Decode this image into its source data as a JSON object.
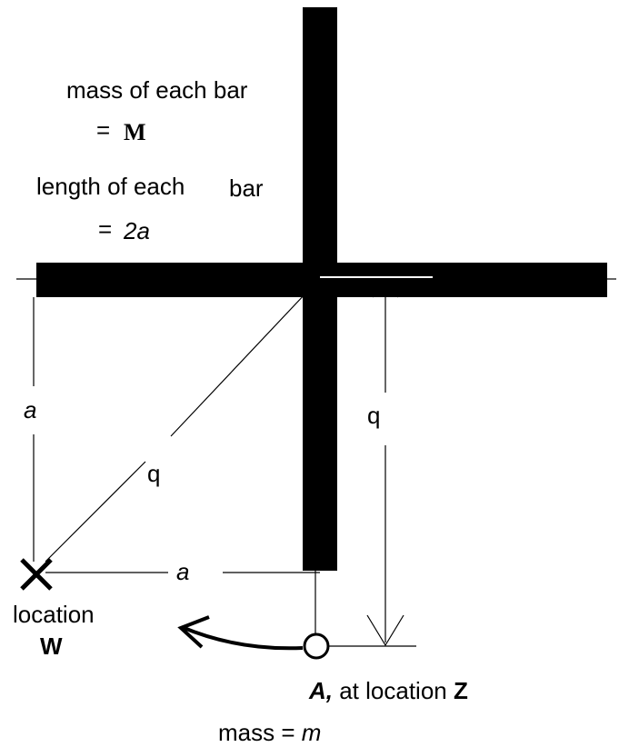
{
  "labels": {
    "mass_line1": "mass of each bar",
    "mass_eq": "=",
    "mass_symbol": "M",
    "length_line1": "length of each",
    "length_line1_b": "bar",
    "length_eq": "=",
    "length_value": "2a",
    "dim_a_vertical": "a",
    "dim_q_diagonal": "q",
    "dim_q_vertical": "q",
    "dim_a_horizontal": "a",
    "location_w_line1": "location",
    "location_w_line2": "W",
    "point_a_name": "A,",
    "point_a_text": " at location ",
    "point_a_z": "Z",
    "mass_label": "mass = ",
    "mass_m": "m"
  },
  "colors": {
    "ink": "#000000",
    "background": "#ffffff"
  }
}
